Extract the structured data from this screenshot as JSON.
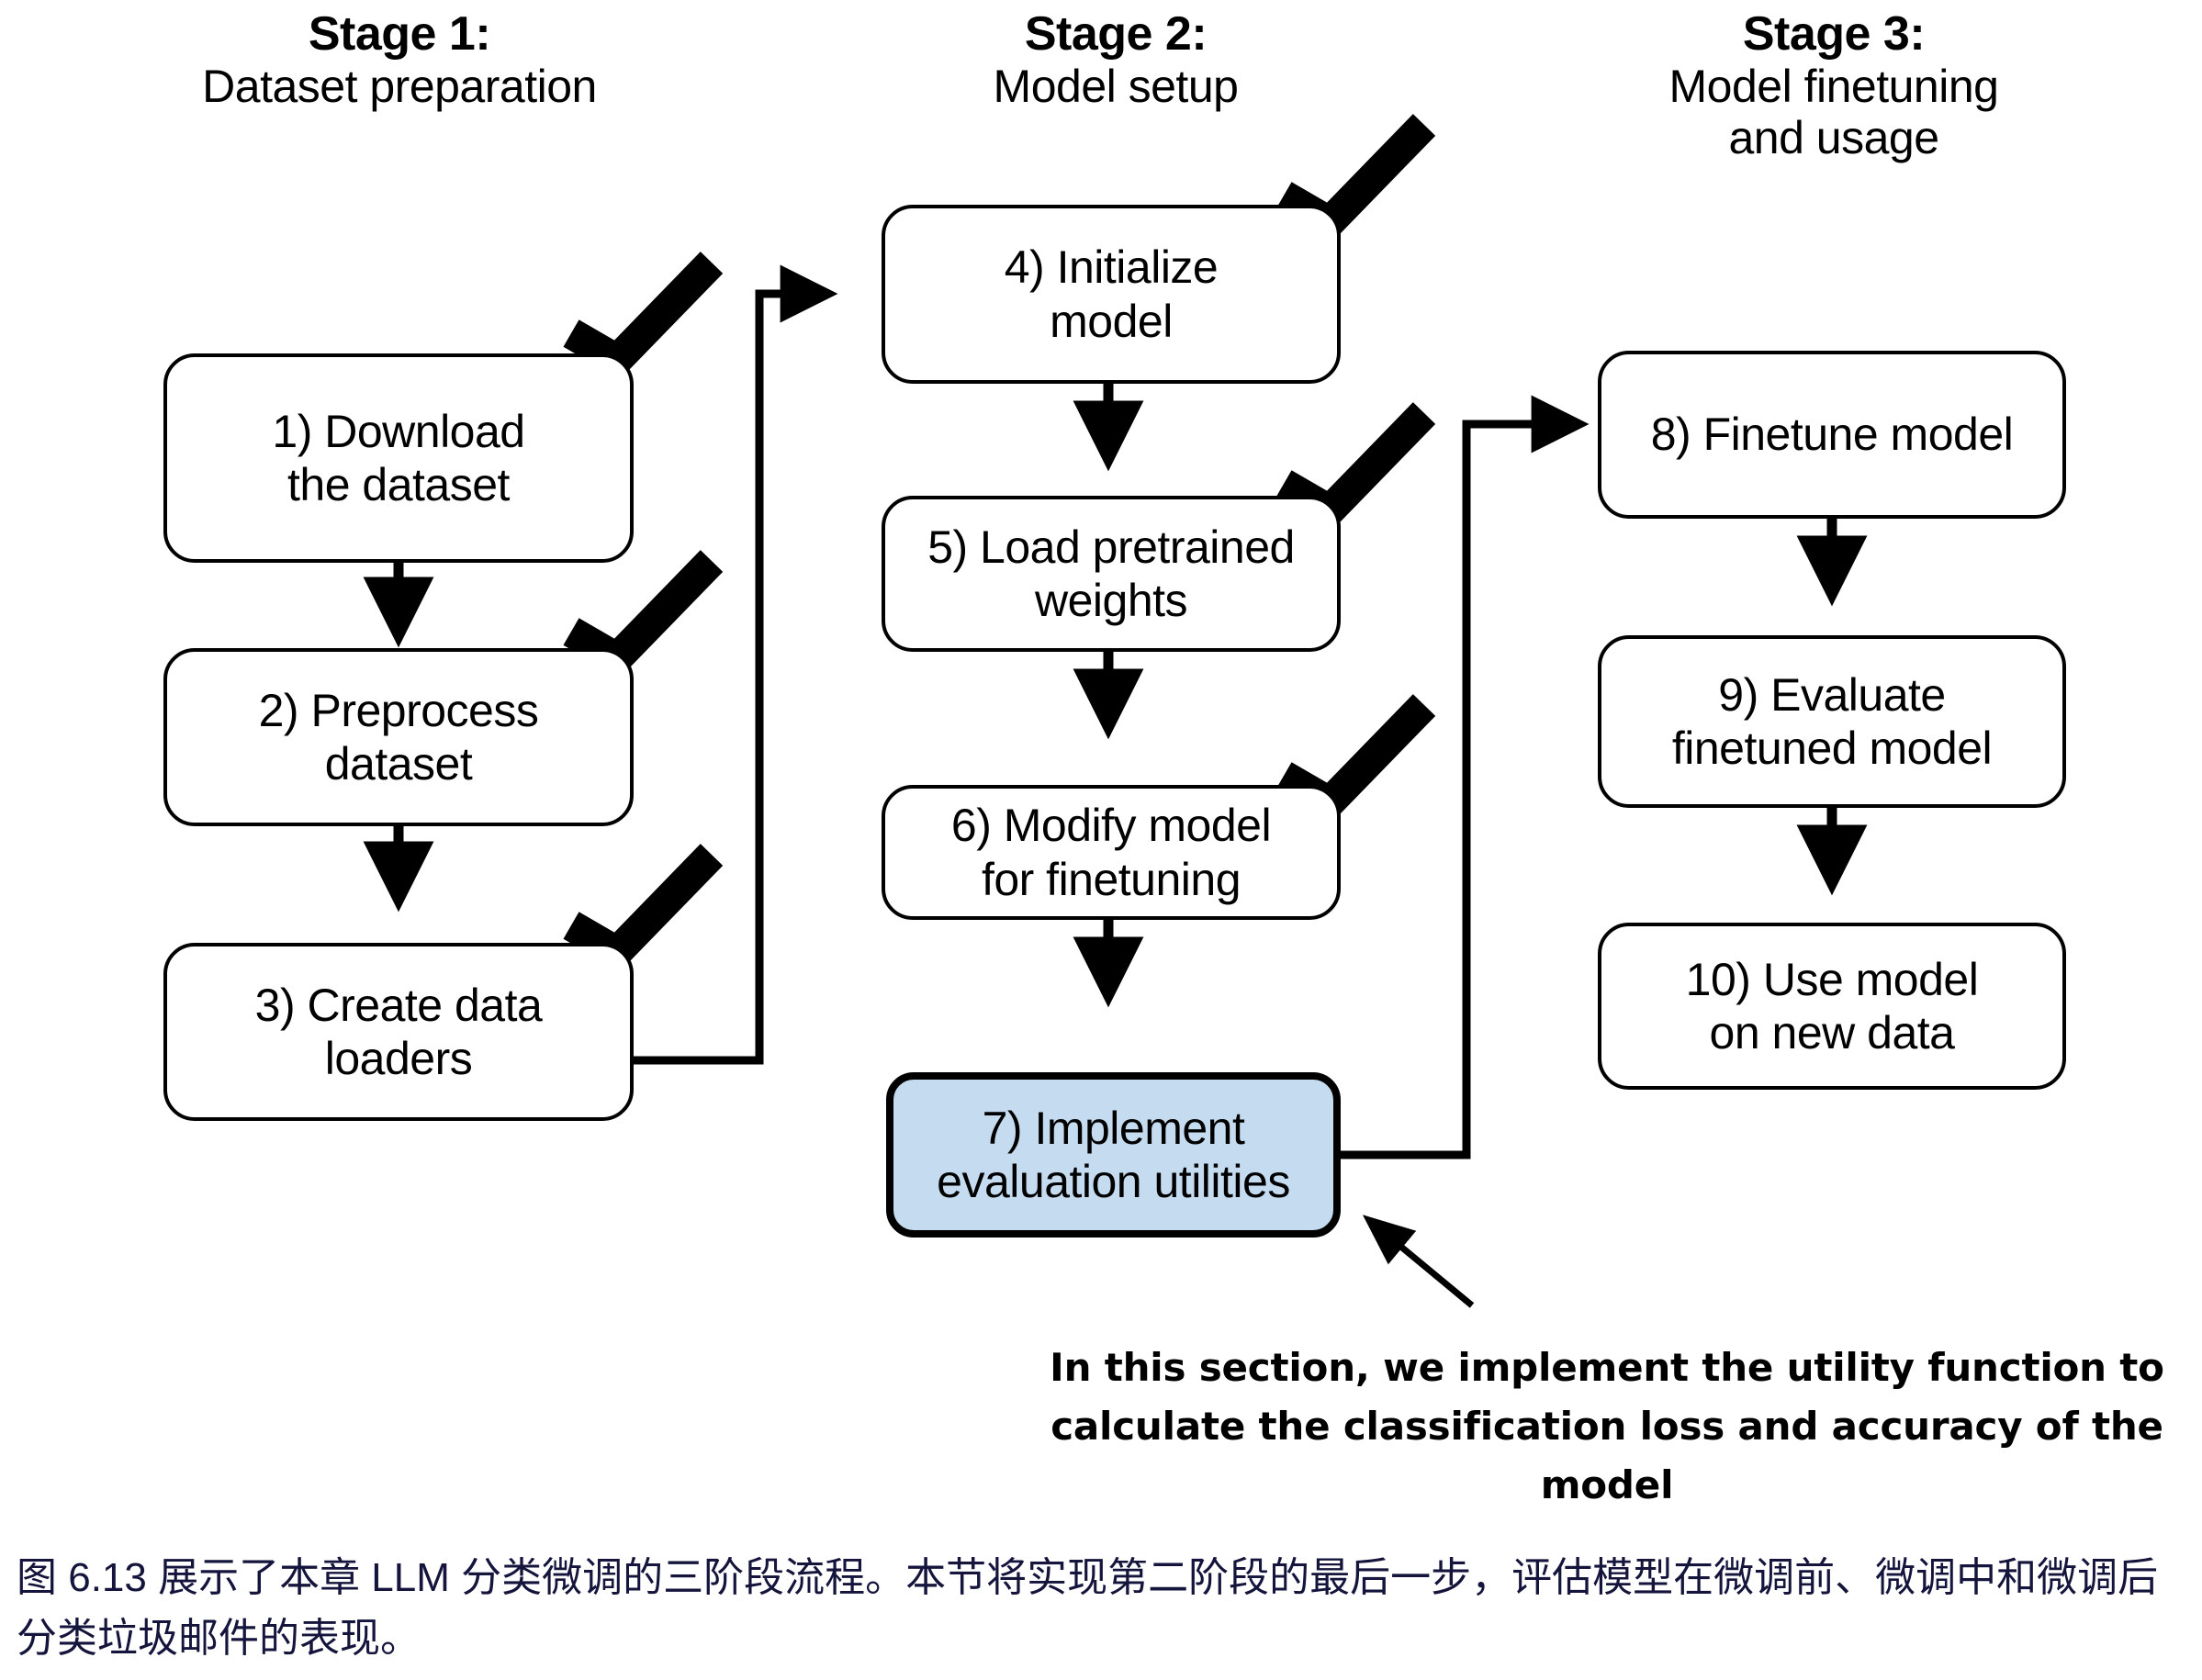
{
  "figure": {
    "title": "LLM classification finetuning three-stage pipeline",
    "highlight_color": "#c5dcf0",
    "line_color": "#000000",
    "caption_color": "#14143c"
  },
  "columns": [
    {
      "stage_title": "Stage 1:",
      "stage_subtitle": "Dataset preparation",
      "stage_subtitle_2": ""
    },
    {
      "stage_title": "Stage 2:",
      "stage_subtitle": "Model setup",
      "stage_subtitle_2": ""
    },
    {
      "stage_title": "Stage 3:",
      "stage_subtitle": "Model finetuning",
      "stage_subtitle_2": "and usage"
    }
  ],
  "steps": [
    {
      "id": 1,
      "line1": "1) Download",
      "line2": "the dataset",
      "checked": true,
      "highlighted": false
    },
    {
      "id": 2,
      "line1": "2) Preprocess",
      "line2": "dataset",
      "checked": true,
      "highlighted": false
    },
    {
      "id": 3,
      "line1": "3) Create data",
      "line2": "loaders",
      "checked": true,
      "highlighted": false
    },
    {
      "id": 4,
      "line1": "4) Initialize",
      "line2": "model",
      "checked": true,
      "highlighted": false
    },
    {
      "id": 5,
      "line1": "5) Load pretrained",
      "line2": "weights",
      "checked": true,
      "highlighted": false
    },
    {
      "id": 6,
      "line1": "6) Modify model",
      "line2": "for finetuning",
      "checked": true,
      "highlighted": false
    },
    {
      "id": 7,
      "line1": "7) Implement",
      "line2": "evaluation utilities",
      "checked": false,
      "highlighted": true
    },
    {
      "id": 8,
      "line1": "8) Finetune model",
      "line2": "",
      "checked": false,
      "highlighted": false
    },
    {
      "id": 9,
      "line1": "9) Evaluate",
      "line2": "finetuned model",
      "checked": false,
      "highlighted": false
    },
    {
      "id": 10,
      "line1": "10) Use model",
      "line2": "on new data",
      "checked": false,
      "highlighted": false
    }
  ],
  "annotation": {
    "line1": "In this section, we implement the utility function to",
    "line2": "calculate the classification loss and accuracy of the model"
  },
  "caption": {
    "text": "图 6.13 展示了本章 LLM 分类微调的三阶段流程。本节将实现第二阶段的最后一步，评估模型在微调前、微调中和微调后分类垃圾邮件的表现。"
  }
}
